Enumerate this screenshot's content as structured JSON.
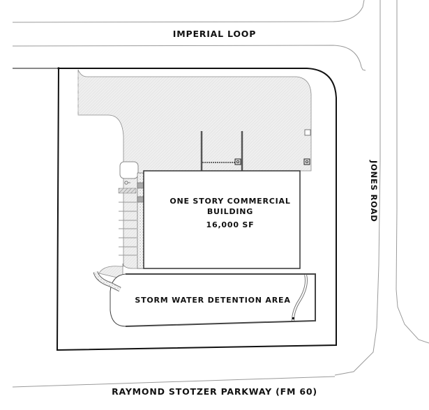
{
  "site_plan": {
    "streets": {
      "north": "IMPERIAL LOOP",
      "east": "JONES ROAD",
      "south": "RAYMOND STOTZER PARKWAY (FM 60)"
    },
    "building": {
      "description": "ONE STORY COMMERCIAL BUILDING",
      "line1": "ONE STORY COMMERCIAL",
      "line2": "BUILDING",
      "area": "16,000 SF"
    },
    "detention": {
      "label": "STORM WATER DETENTION AREA"
    },
    "parking": {
      "stalls_west": 7,
      "accessible_stall_symbol": "accessible-parking-icon"
    },
    "colors": {
      "property_line": "#111111",
      "road_edge": "#9a9a9a",
      "pavement_fill": "#ececec",
      "building_outline": "#333333",
      "label_text": "#111111"
    }
  }
}
